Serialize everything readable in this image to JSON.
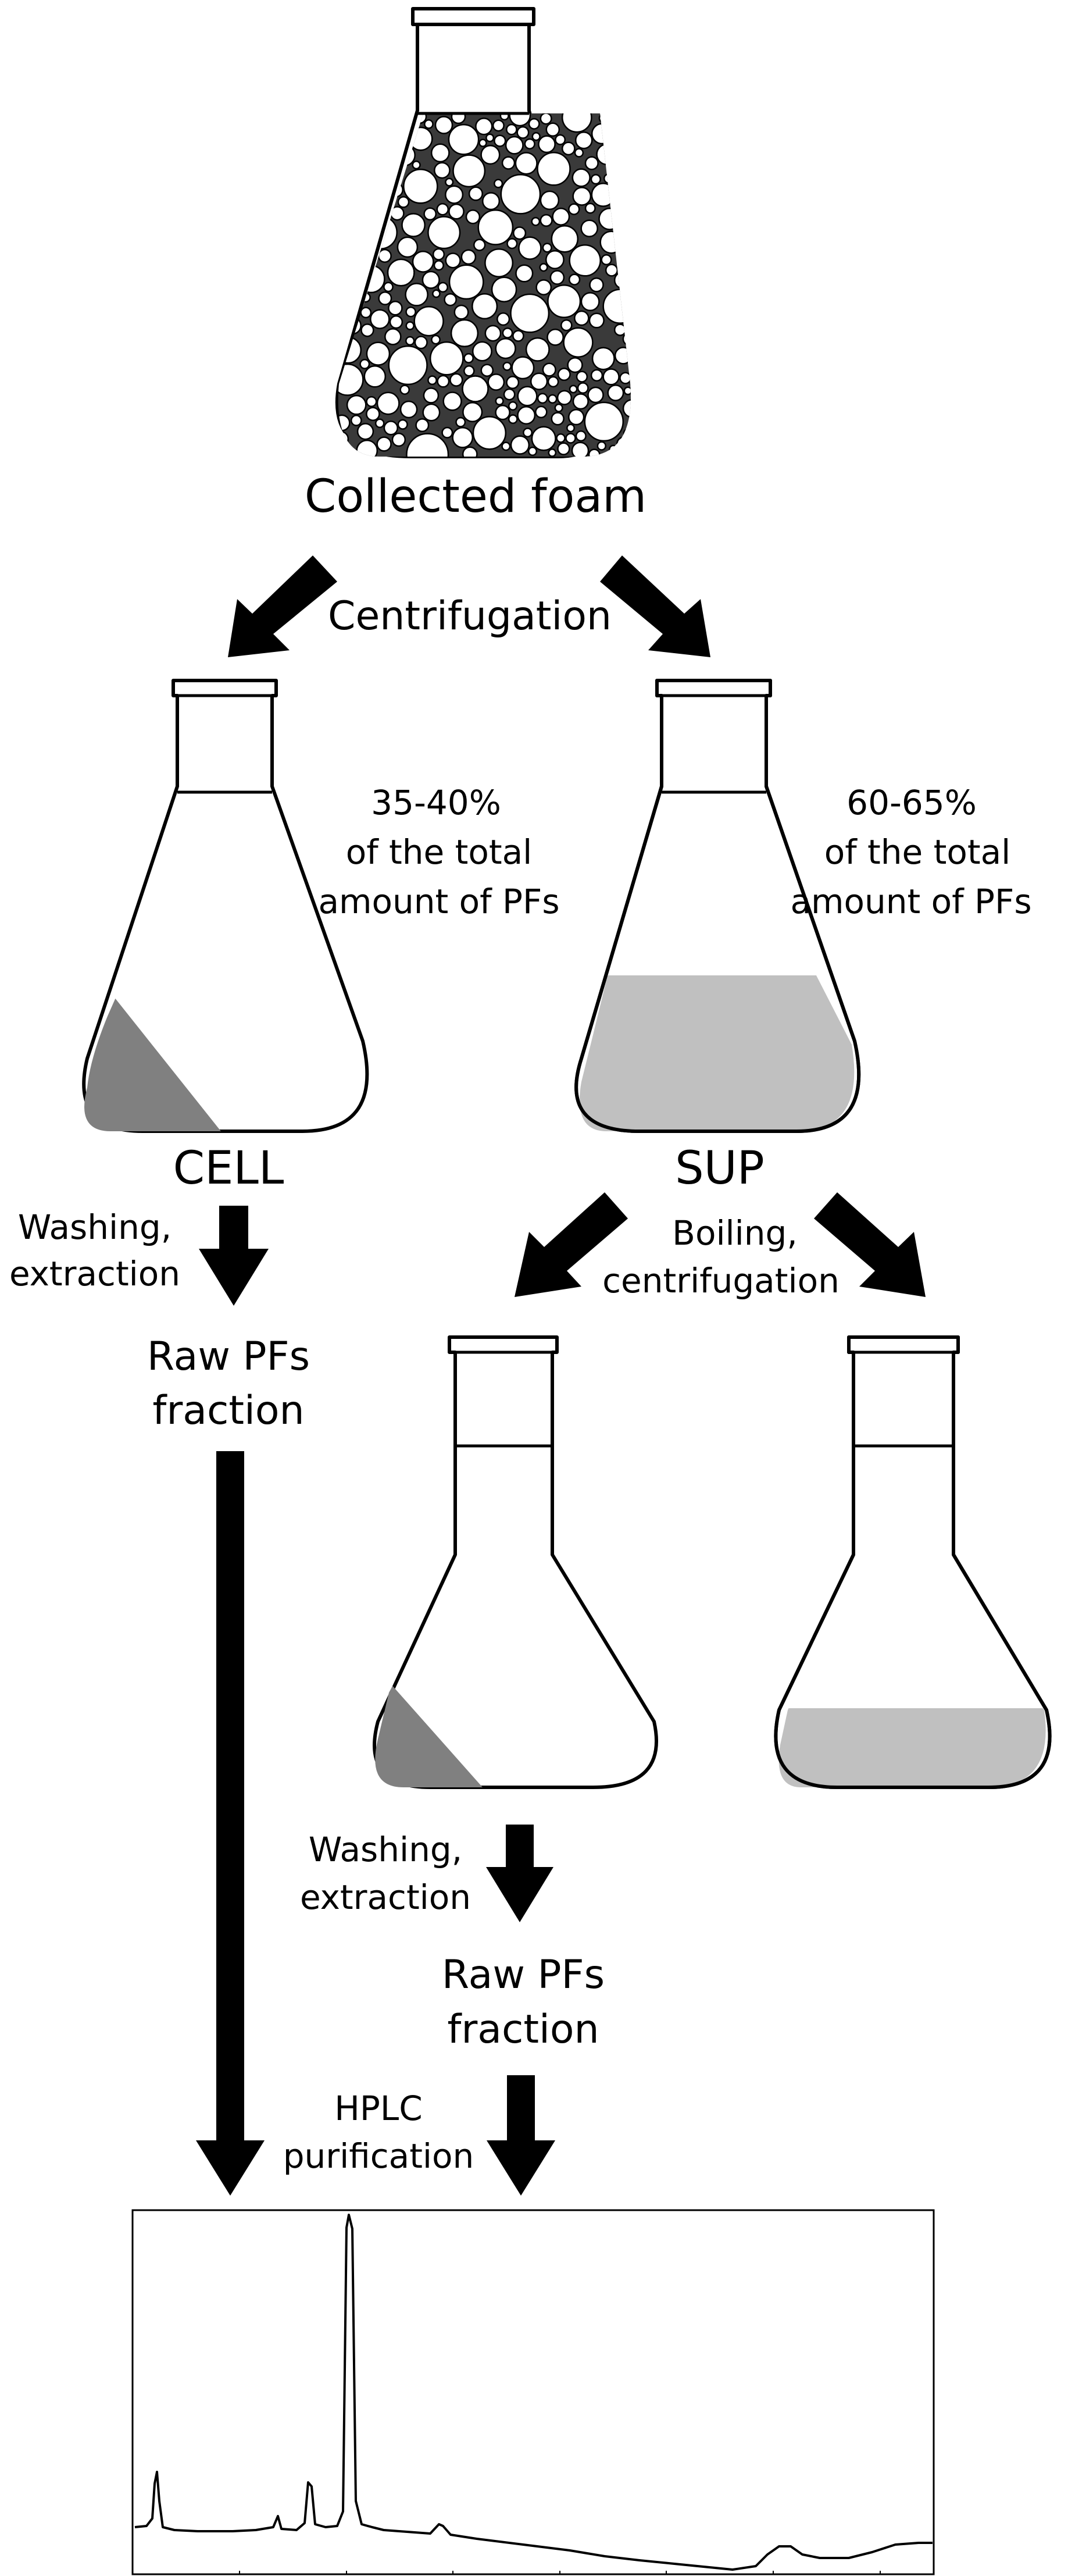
{
  "labels": {
    "collected_foam": "Collected foam",
    "centrifugation": "Centrifugation",
    "cell_percent": [
      "35-40%",
      "of the total",
      "amount of PFs"
    ],
    "sup_percent": [
      "60-65%",
      "of the total",
      "amount of PFs"
    ],
    "cell": "CELL",
    "sup": "SUP",
    "washing_extraction_1": [
      "Washing,",
      "extraction"
    ],
    "boiling_centrifugation": [
      "Boiling,",
      "centrifugation"
    ],
    "raw_pfs_fraction_1": [
      "Raw PFs",
      "fraction"
    ],
    "washing_extraction_2": [
      "Washing,",
      "extraction"
    ],
    "raw_pfs_fraction_2": [
      "Raw PFs",
      "fraction"
    ],
    "hplc_purification": [
      "HPLC",
      "purification"
    ]
  },
  "colors": {
    "pellet": "#808080",
    "supernatant": "#c0c0c0",
    "stroke": "#000000"
  },
  "icons": [
    "erlenmeyer-flask-icon",
    "arrow-down-icon",
    "chromatogram-icon"
  ]
}
